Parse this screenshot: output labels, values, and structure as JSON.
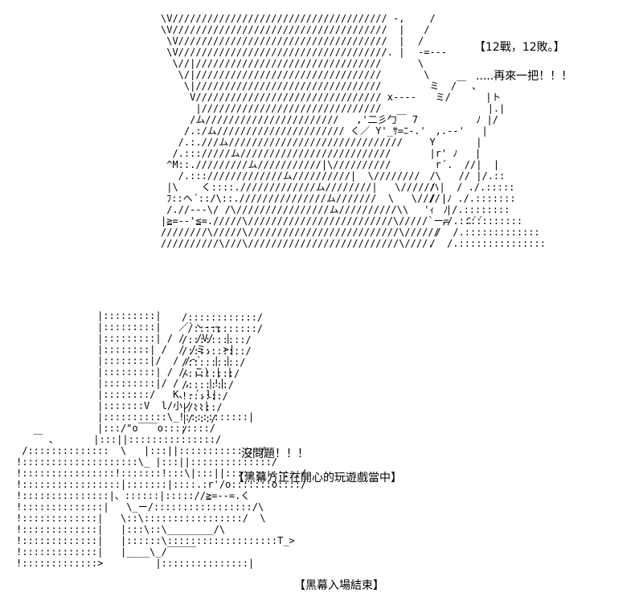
{
  "art": {
    "top_left": "\\V///////////////////////////////////// -,\n\\V/////////////////////////////////////  |\n \\V////////////////////////////////////  |\n \\V////////////////////////////////////. |\n  \\//|////////////////////////////////\n   \\/|////////////////////////////////\n    \\|////////////////////////////////\n     V//////////////////////////////// x----\n      |///////////////////////////////\n     /ム///////////////////////   ,'二彡勹￣ 7\n    /.:/ム////////////////////// く／ Y'_ｻ=ﾆ-.'\n   /.:.///ム//////////////////////////////\n  /.::://///ム//////////////////////////\n ^M::./////////ム///////////|\\//////////\n   /.::://///////////ム//////////|  \\////////\n |\\    く::::./////////////ム////////|   \\//////\n ﾌ::ヘ´::/\\::.///////////////ム///////  \\   \\////\n /.//---\\/ /\\////////////////ム//////////\\\\      ﾉ\n|≧=--'≦=./////\\/////////////////////////\\/////`ー=   ﾆ´´\n////////\\/////\\//////////////////////////\\//////\n//////////\\///\\//////////////////////////\\////.",
    "top_right": "  /\n /\n/\n-=---\n\\\n \\\n  ミ  /￣ ､\n   ミ/      |ト\n            |.|\n          ﾉ |/\n   ,.--'   |\n  Y       |\n  |r' ﾉ   |\n   r´.  //|  |\n  /\\   // |/.::\n  ハ|  / ./.:::::\n  / |ﾉ ./.:::::::\n 'ｨ  |/.::::::::\n    ,/.:::::::::::\n   /  /.:::::::::::::\n  /  /.:::::::::::::::",
    "bottom_left": "              |:::::::::|          \n              |:::::::::|   ／`丶--┐\n              |:::::::::| / /  /V/  |\n              |::::::::| /  / /ミ,  >|\n              |::::::::|/  / /⌒`  | |\n              |:::::::::| / /、こ) | |\n              |:::::::::|/ / ,   |!|\n              |::::::::/   K、-´,l|\n              |:::::::V  l/小ノ::|\n              |:::::::::::\\_!:::::::::::|\n              |:::/\"o￣￣o::::::::/\n   ￣ 、      |:::||:::::::::::::::/\n /::::::::::::::  \\   |:::||::::::::::::::/\n!::::::::::::::::::::\\_ |:::||::::::::::::::/\n!::::::::::::::::!:::::::!:::\\|:::||:::::::::::::/\n!:::::::::::::::::|:::::::|::::.:r'/o:::::::o::::/\n!:::::::::::::::|、::::::|::::://≧=--=.く\n!::::::::::::::|   \\_ー/:::::::::::::::::/\\\n!:::::::::::::|   \\::\\:::::::::::::::::/  \\\n!:::::::::::::|   |:::\\::\\________/\\\n!:::::::::::::|   |::::::\\:::::::::::::::::::T_>\n!:::::::::::::|   |____\\_/￣￣￣\n!:::::::::::::>         |:::::::::::::::|",
    "bottom_right": "/::::::::::::/\n /:::::::::::/\n/::::::::::/\n/::::::::::/\n/:::::::::/\n/::::::::/\n/:::::::/\n!::::::/\n|/::::/\n|/:::/\n/"
  },
  "captions": {
    "record": "【12戰，12敗。】",
    "again": ".....再來一把！！！",
    "no_problem": "沒問題！！！",
    "mastermind_playing": "【黑幕方正在開心的玩遊戲當中】",
    "mastermind_end": "【黑幕入場結束】"
  }
}
